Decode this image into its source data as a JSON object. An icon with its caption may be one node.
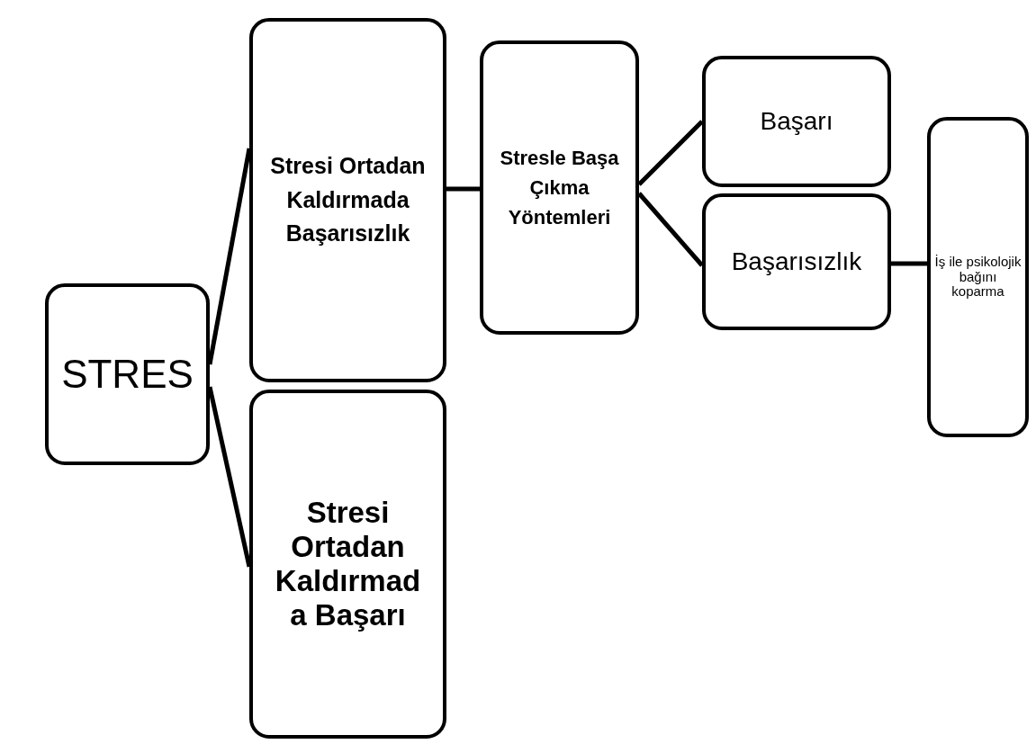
{
  "diagram": {
    "nodes": [
      {
        "text": [
          "STRES"
        ]
      },
      {
        "text": [
          "Stresi Ortadan Kaldırmada Başarısızlık"
        ]
      },
      {
        "text": [
          "Stresi Ortadan Kaldırmad a Başarı"
        ]
      },
      {
        "text": [
          "Stresle Başa Çıkma Yöntemleri"
        ]
      },
      {
        "text": [
          "Başarı"
        ]
      },
      {
        "text": [
          "Başarısızlık"
        ]
      },
      {
        "text": [
          "İş ile psikolojik bağını koparma"
        ]
      }
    ],
    "edges": [
      {
        "from": 0,
        "to": 1,
        "arrow": "none"
      },
      {
        "from": 0,
        "to": 2,
        "arrow": "none"
      },
      {
        "from": 1,
        "to": 3,
        "arrow": "none"
      },
      {
        "from": 3,
        "to": 4,
        "arrow": "none"
      },
      {
        "from": 3,
        "to": 5,
        "arrow": "none"
      },
      {
        "from": 5,
        "to": 6,
        "arrow": "none"
      }
    ]
  }
}
